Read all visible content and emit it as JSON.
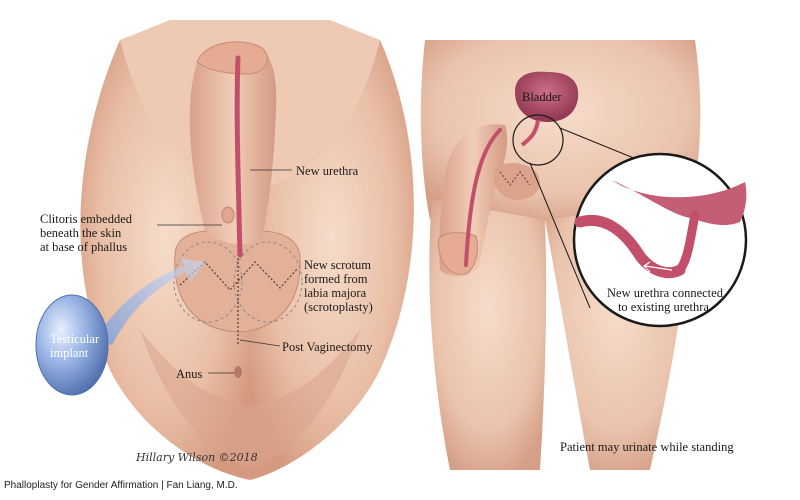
{
  "labels": {
    "new_urethra": "New urethra",
    "clitoris": [
      "Clitoris embedded",
      "beneath the skin",
      "at base of phallus"
    ],
    "new_scrotum": [
      "New scrotum",
      "formed from",
      "labia majora",
      "(scrotoplasty)"
    ],
    "testicular_implant": [
      "Testicular",
      "implant"
    ],
    "post_vaginectomy": "Post Vaginectomy",
    "anus": "Anus",
    "bladder": "Bladder",
    "urethra_connected": [
      "New urethra connected",
      "to existing urethra."
    ],
    "standing": "Patient may urinate while standing"
  },
  "caption": "Phalloplasty for Gender Affirmation | Fan Liang, M.D.",
  "signature": "Hillary Wilson ©2018",
  "colors": {
    "skin": "#e9c2ab",
    "skin_shadow": "#c98f78",
    "urethra": "#c2506a",
    "bladder": "#a9455f",
    "implant": "#7f9fd6"
  }
}
